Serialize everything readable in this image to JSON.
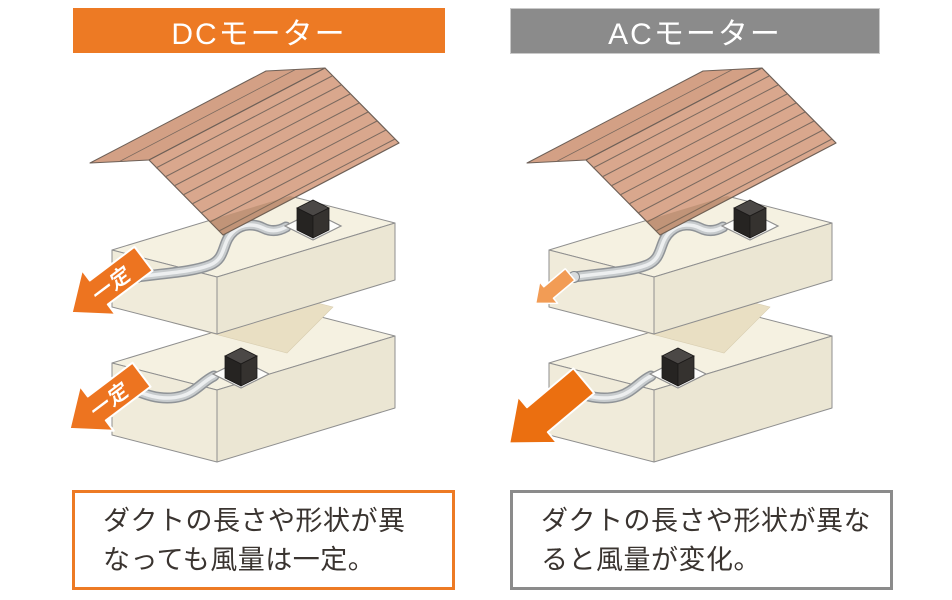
{
  "page": {
    "background": "#ffffff"
  },
  "panels": [
    {
      "id": "dc",
      "header": {
        "label": "DCモーター",
        "bg": "#ED7A24",
        "text_color": "#ffffff"
      },
      "caption": {
        "line1": "ダクトの長さや形状が異",
        "line2": "なっても風量は一定。",
        "border": "#ED7A24"
      },
      "arrows": {
        "upper": {
          "label": "一定"
        },
        "lower": {
          "label": "一定"
        }
      }
    },
    {
      "id": "ac",
      "header": {
        "label": "ACモーター",
        "bg": "#8B8B8B",
        "text_color": "#ffffff"
      },
      "caption": {
        "line1": "ダクトの長さや形状が異な",
        "line2": "ると風量が変化。",
        "border": "#8B8B8B"
      },
      "arrows": {
        "upper": {
          "label": ""
        },
        "lower": {
          "label": ""
        }
      }
    }
  ],
  "illustration": {
    "roof_color": "#D9A78D",
    "roof_back_color": "#D3A085",
    "roof_line_color": "#7B6A5F",
    "slab_top_color": "#F5F1E1",
    "slab_left_color": "#F0EBDA",
    "slab_right_color": "#EBE6D3",
    "shadow_color": "#E9DFC3",
    "duct_color": "#C7CBCD",
    "fan_color": "#262422",
    "arrow_orange": "#ED7420",
    "arrow_orange_light": "#F29C55",
    "arrow_orange_strong": "#EB6F10"
  }
}
